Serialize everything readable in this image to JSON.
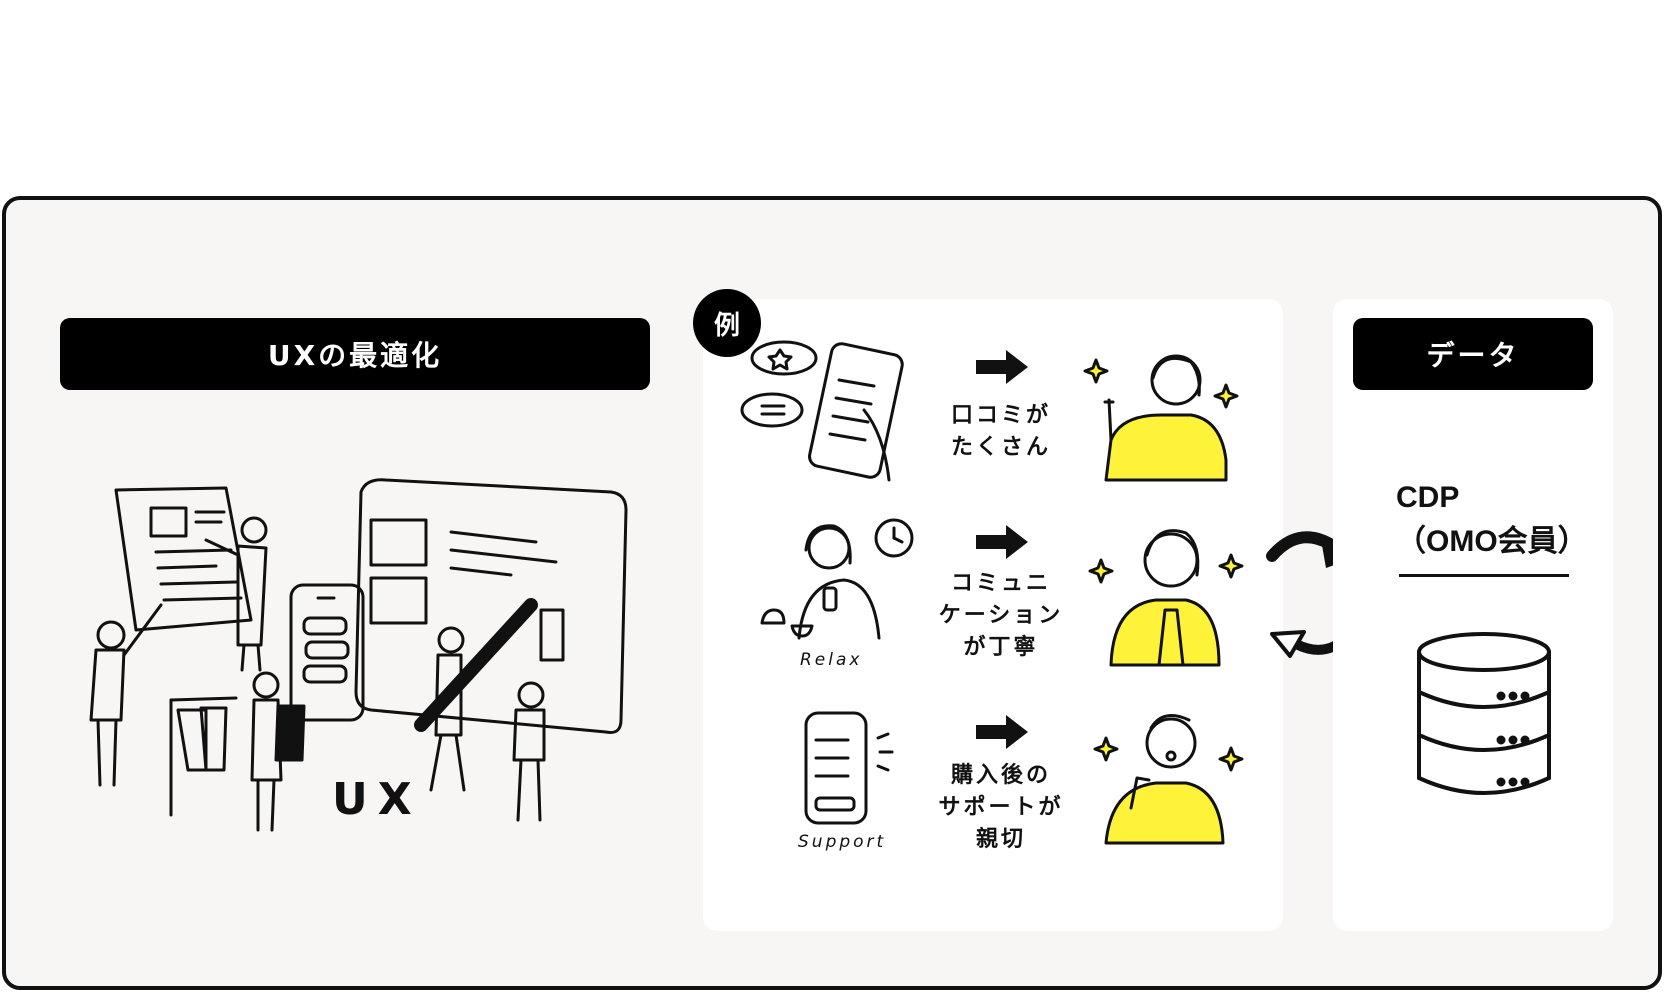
{
  "left_section": {
    "title": "UXの最適化",
    "ux_mark": "UX"
  },
  "example_panel": {
    "badge": "例",
    "rows": [
      {
        "caption_lines": [
          "口コミが",
          "たくさん"
        ]
      },
      {
        "caption_lines": [
          "コミュニ",
          "ケーション",
          "が丁寧"
        ],
        "scene_label": "Relax"
      },
      {
        "caption_lines": [
          "購入後の",
          "サポートが",
          "親切"
        ],
        "scene_label": "Support"
      }
    ]
  },
  "data_panel": {
    "title": "データ",
    "cdp_lines": [
      "CDP",
      "（OMO会員）"
    ],
    "icon": "database-icon"
  },
  "colors": {
    "accent_yellow": "#fff33a",
    "ink": "#111111",
    "background": "#f7f6f4"
  }
}
